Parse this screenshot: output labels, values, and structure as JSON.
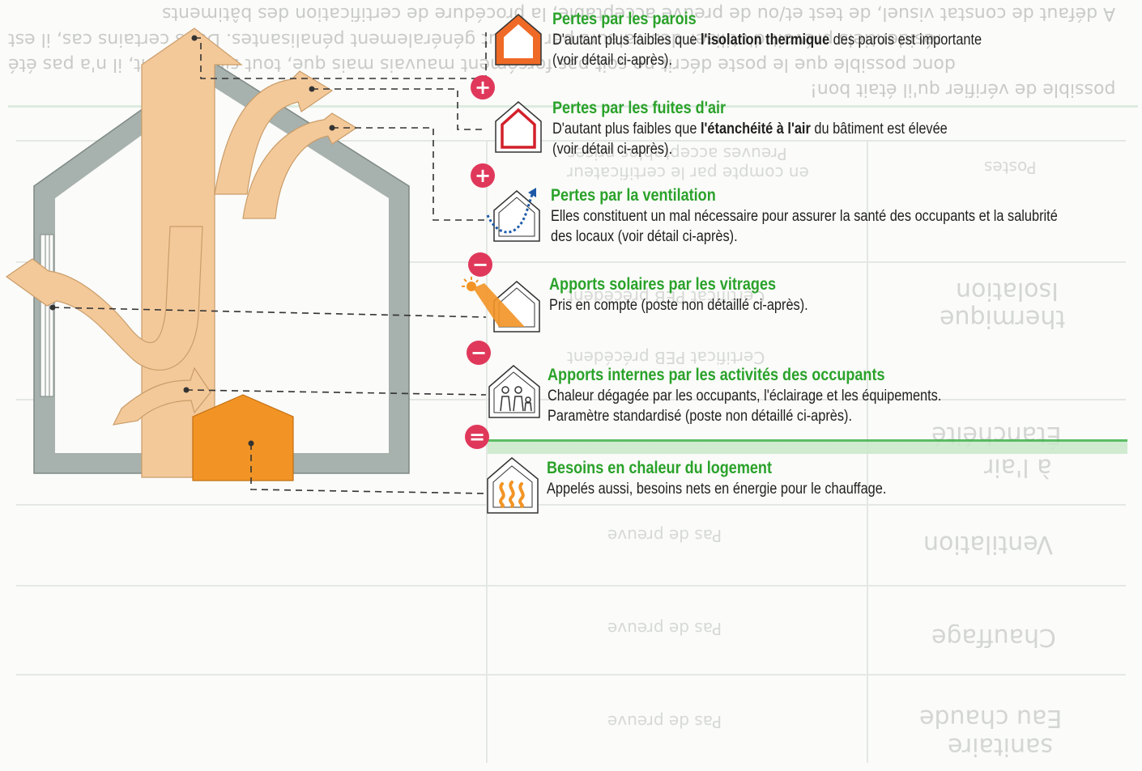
{
  "colors": {
    "title_green": "#2aa22a",
    "flow_tan": "#f4c999",
    "wall_grey": "#a7b1ad",
    "need_orange": "#f29425",
    "sign_red": "#e0385a",
    "house_orange": "#ef6a26",
    "house_red": "#d2202a",
    "ventilation_blue": "#1c5aa8"
  },
  "items": [
    {
      "title": "Pertes par les parois",
      "line1_pre": "D'autant plus faibles que ",
      "line1_bold": "l'isolation thermique",
      "line1_post": " des parois est importante",
      "line2": "(voir détail ci-après).",
      "icon": "house-thick-wall-icon",
      "sign": "+"
    },
    {
      "title": "Pertes par les fuites d'air",
      "line1_pre": "D'autant plus faibles que ",
      "line1_bold": "l'étanchéité à l'air",
      "line1_post": " du bâtiment est élevée",
      "line2": "(voir détail ci-après).",
      "icon": "house-airtight-icon",
      "sign": "+"
    },
    {
      "title": "Pertes par la ventilation",
      "line1": "Elles constituent un mal nécessaire pour assurer la santé des occupants et la salubrité",
      "line2": "des locaux (voir détail ci-après).",
      "icon": "house-ventilation-icon",
      "sign": "−"
    },
    {
      "title": "Apports solaires par les vitrages",
      "line1": "Pris en compte (poste non détaillé ci-après).",
      "icon": "house-solar-icon",
      "sign": "−"
    },
    {
      "title": "Apports internes par les activités des occupants",
      "line1": "Chaleur dégagée par les occupants, l'éclairage et les équipements.",
      "line2": "Paramètre standardisé (poste non détaillé ci-après).",
      "icon": "house-occupants-icon",
      "sign": "="
    },
    {
      "title": "Besoins en chaleur du logement",
      "line1": "Appelés aussi, besoins nets en énergie pour le chauffage.",
      "icon": "house-heating-icon"
    }
  ],
  "background_bleed": {
    "lines": [
      "A défaut de constat visuel, de test et/ou de preuve acceptable, la procédure de certification des bâtiments",
      "résidentiels prévoit d'utiliser des valeurs par défaut généralement pénalisantes. Dans certains cas, il est",
      "donc possible que le poste décrit ne soit pas forcément mauvais mais que, tout simplement, il n'a pas été",
      "possible de vérifier qu'il était bon!"
    ],
    "table_cells": [
      "Postes",
      "Preuves acceptables prises",
      "en compte par le certificateur",
      "Isolation",
      "thermique",
      "Étanchéité",
      "à l'air",
      "Ventilation",
      "Chauffage",
      "Eau chaude",
      "sanitaire",
      "Pas de preuve",
      "Pas de preuve",
      "Pas de preuve",
      "Certificat PEB précédent",
      "Certificat PEB précédent"
    ]
  }
}
